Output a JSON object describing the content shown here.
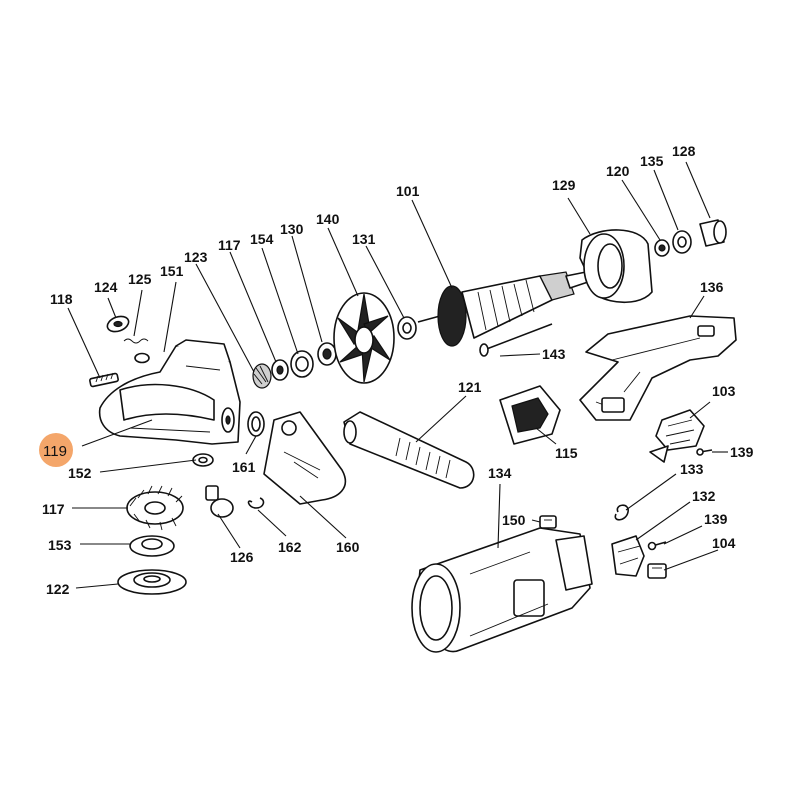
{
  "highlighted_part": "119",
  "labels": {
    "l101": "101",
    "l103": "103",
    "l104": "104",
    "l115": "115",
    "l117a": "117",
    "l117b": "117",
    "l118": "118",
    "l119": "119",
    "l120": "120",
    "l121": "121",
    "l122": "122",
    "l123": "123",
    "l124": "124",
    "l125": "125",
    "l126": "126",
    "l128": "128",
    "l129": "129",
    "l130": "130",
    "l131": "131",
    "l132": "132",
    "l133": "133",
    "l134": "134",
    "l135": "135",
    "l136": "136",
    "l139a": "139",
    "l139b": "139",
    "l140": "140",
    "l143": "143",
    "l150": "150",
    "l151": "151",
    "l152": "152",
    "l153": "153",
    "l154": "154",
    "l160": "160",
    "l161": "161",
    "l162": "162"
  },
  "colors": {
    "highlight": "#f4a66a",
    "ink": "#111111"
  }
}
